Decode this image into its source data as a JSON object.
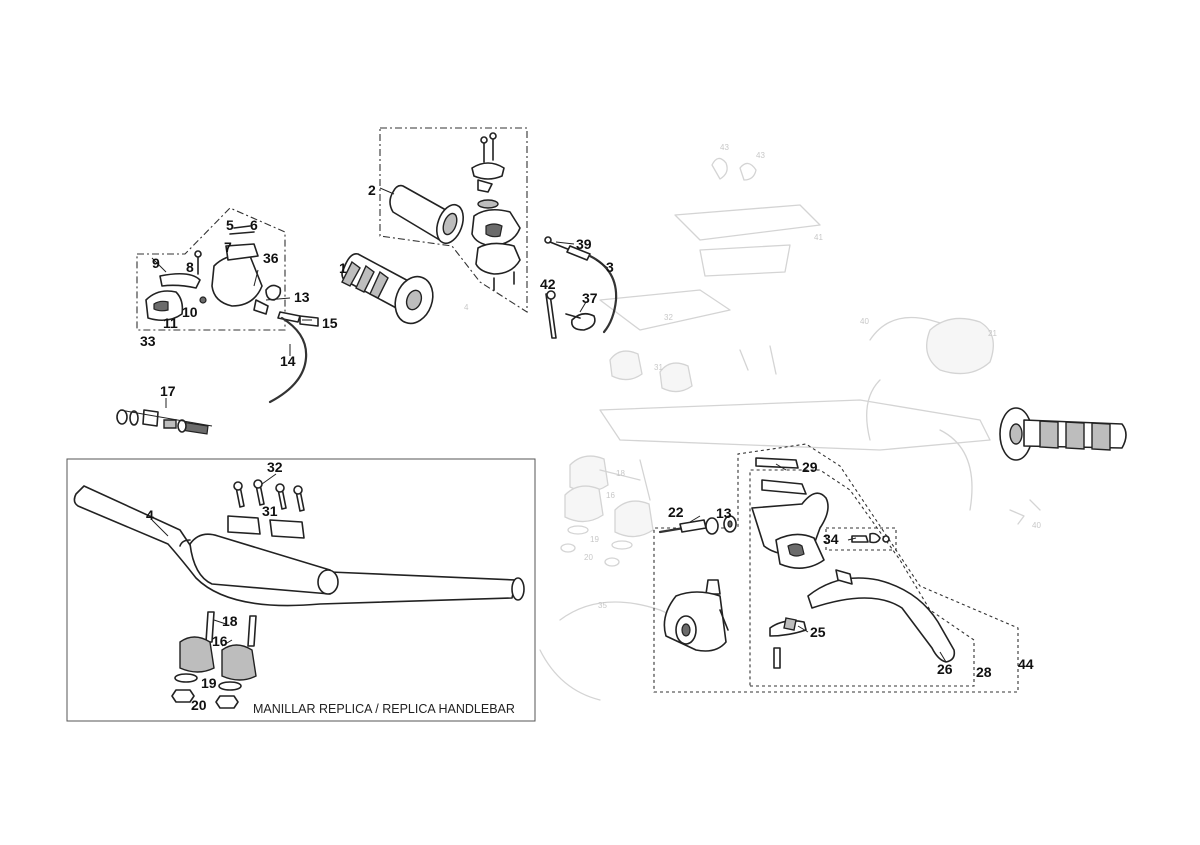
{
  "callouts": {
    "c1": "1",
    "c2": "2",
    "c3": "3",
    "c4": "4",
    "c5": "5",
    "c6": "6",
    "c7": "7",
    "c8": "8",
    "c9": "9",
    "c10": "10",
    "c11": "11",
    "c13": "13",
    "c13b": "13",
    "c14": "14",
    "c15": "15",
    "c16": "16",
    "c17": "17",
    "c18": "18",
    "c19": "19",
    "c20": "20",
    "c22": "22",
    "c25": "25",
    "c26": "26",
    "c28": "28",
    "c29": "29",
    "c31": "31",
    "c32": "32",
    "c33": "33",
    "c34": "34",
    "c36": "36",
    "c37": "37",
    "c39": "39",
    "c42": "42",
    "c44": "44"
  },
  "ghost_callouts": {
    "g43a": "43",
    "g43b": "43",
    "g41": "41",
    "g40a": "40",
    "g40b": "40",
    "g21": "21",
    "g32": "32",
    "g31": "31",
    "g18": "18",
    "g16": "16",
    "g19": "19",
    "g20": "20",
    "g4": "4",
    "g35": "35"
  },
  "inset": {
    "caption": "MANILLAR REPLICA / REPLICA HANDLEBAR"
  }
}
